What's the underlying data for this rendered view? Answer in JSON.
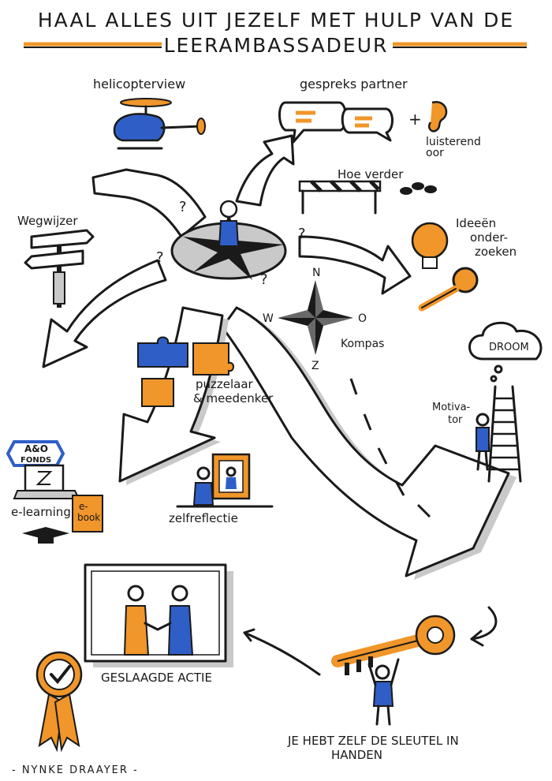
{
  "title": {
    "line1": "HAAL ALLES UIT JEZELF MET HULP VAN DE",
    "line2": "LEERAMBASSADEUR"
  },
  "labels": {
    "helicopter": "helicopterview",
    "partner": "gespreks partner",
    "plus": "+",
    "ear_line1": "luisterend",
    "ear_line2": "oor",
    "next": "Hoe verder",
    "signpost": "Wegwijzer",
    "ideas_line1": "Ideeën",
    "ideas_line2": "onder-",
    "ideas_line3": "zoeken",
    "compass": "Kompas",
    "compass_n": "N",
    "compass_w": "W",
    "compass_o": "O",
    "compass_z": "Z",
    "dream": "DROOM",
    "motivator_line1": "Motiva-",
    "motivator_line2": "tor",
    "puzzle_line1": "puzzelaar",
    "puzzle_line2": "& meedenker",
    "fund_line1": "A&O",
    "fund_line2": "FONDS",
    "elearning": "e-learning",
    "ebook_line1": "e-",
    "ebook_line2": "book",
    "reflection": "zelfreflectie",
    "success": "GESLAAGDE ACTIE",
    "key_line1": "JE HEBT ZELF DE SLEUTEL IN",
    "key_line2": "HANDEN",
    "question": "?",
    "author": "- NYNKE DRAAYER -"
  },
  "colors": {
    "ink": "#1a1a1a",
    "orange": "#f0962a",
    "blue": "#2f5fc6",
    "grey": "#c9c9c9"
  }
}
